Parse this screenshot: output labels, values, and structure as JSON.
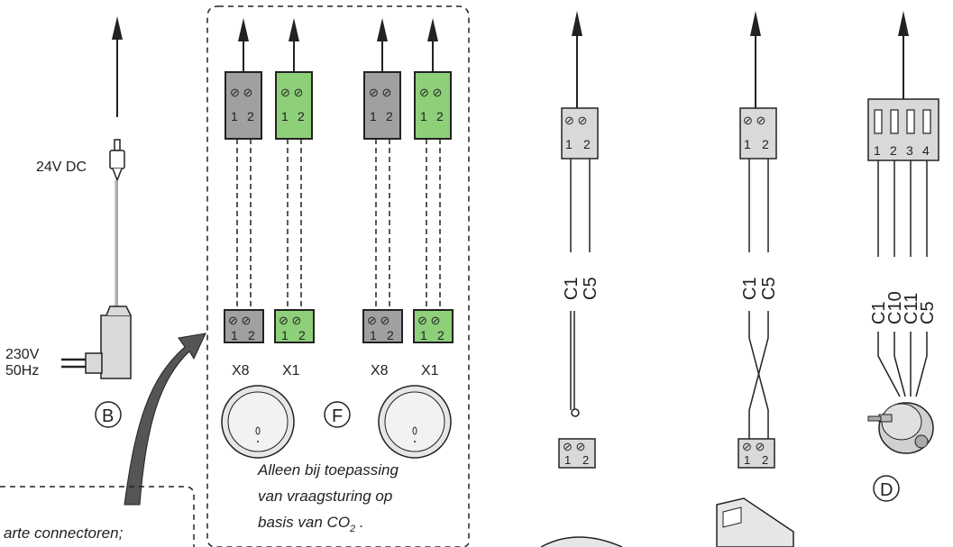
{
  "power_supply": {
    "output_label": "24V DC",
    "input_label_line1": "230V",
    "input_label_line2": "50Hz",
    "marker": "B"
  },
  "co2_group": {
    "marker": "F",
    "connectors": [
      {
        "name": "X8",
        "color": "#a0a0a0",
        "pins": [
          "1",
          "2"
        ]
      },
      {
        "name": "X1",
        "color": "#8ed07a",
        "pins": [
          "1",
          "2"
        ]
      },
      {
        "name": "X8",
        "color": "#a0a0a0",
        "pins": [
          "1",
          "2"
        ]
      },
      {
        "name": "X1",
        "color": "#8ed07a",
        "pins": [
          "1",
          "2"
        ]
      }
    ],
    "note_line1": "Alleen bij toepassing",
    "note_line2": "van vraagsturing op",
    "note_line3": "basis van CO",
    "note_subscript": "2",
    "note_suffix": " ."
  },
  "left_note": {
    "text": "arte connectoren;"
  },
  "wiring_a": {
    "pins": [
      "1",
      "2"
    ],
    "wire_labels": [
      "C1",
      "C5"
    ]
  },
  "wiring_b": {
    "pins": [
      "1",
      "2"
    ],
    "wire_labels": [
      "C1",
      "C5"
    ],
    "bottom_pins": [
      "1",
      "2"
    ]
  },
  "wiring_d": {
    "pins": [
      "1",
      "2",
      "3",
      "4"
    ],
    "wire_labels": [
      "C1",
      "C10",
      "C11",
      "C5"
    ],
    "marker": "D"
  },
  "colors": {
    "grey_connector": "#a0a0a0",
    "green_connector": "#8ed07a",
    "light_connector": "#d9d9d9",
    "line": "#222222"
  }
}
